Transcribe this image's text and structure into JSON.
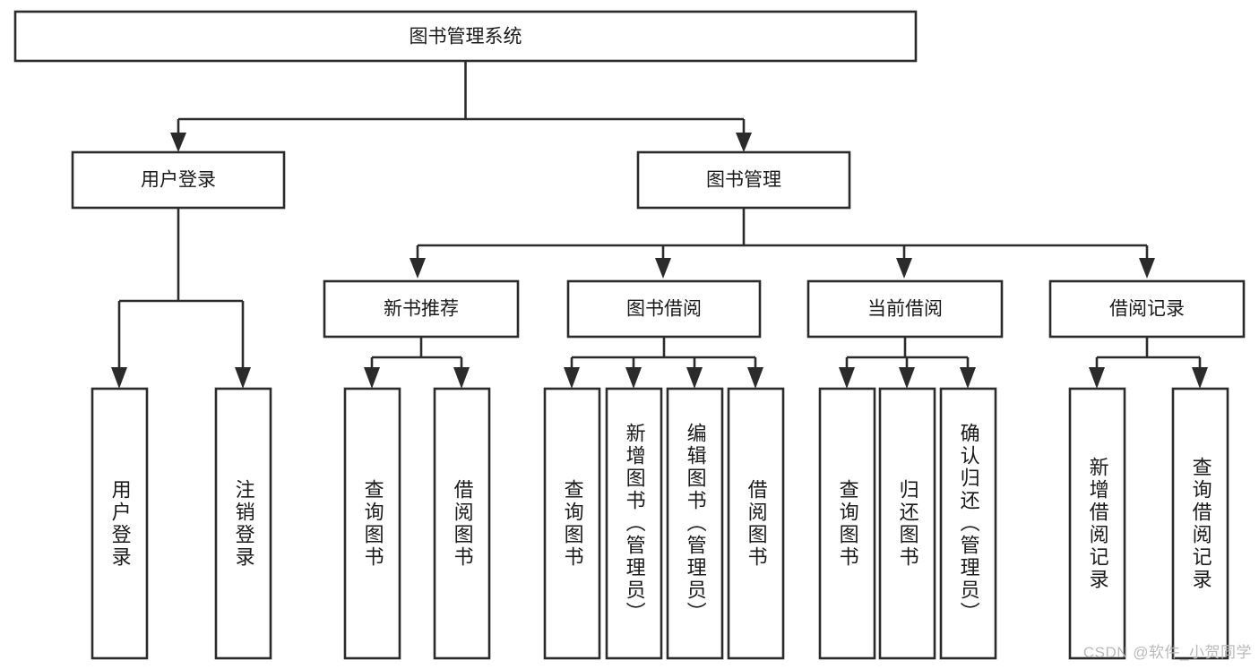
{
  "diagram": {
    "type": "hierarchy-tree",
    "title": "图书管理系统",
    "watermark": "CSDN @软件_小贺同学",
    "colors": {
      "stroke": "#2b2b2b",
      "fill": "#ffffff",
      "text": "#1a1a1a",
      "watermark": "#b9b9b9",
      "background": "#ffffff"
    },
    "root": {
      "label": "图书管理系统",
      "orientation": "horizontal"
    },
    "level2": [
      {
        "label": "用户登录",
        "orientation": "horizontal"
      },
      {
        "label": "图书管理",
        "orientation": "horizontal"
      }
    ],
    "level3": [
      {
        "label": "新书推荐",
        "orientation": "horizontal"
      },
      {
        "label": "图书借阅",
        "orientation": "horizontal"
      },
      {
        "label": "当前借阅",
        "orientation": "horizontal"
      },
      {
        "label": "借阅记录",
        "orientation": "horizontal"
      }
    ],
    "leaves": {
      "user_login": [
        {
          "label": "用户登录",
          "orientation": "vertical"
        },
        {
          "label": "注销登录",
          "orientation": "vertical"
        }
      ],
      "new_book_recommend": [
        {
          "label": "查询图书",
          "orientation": "vertical"
        },
        {
          "label": "借阅图书",
          "orientation": "vertical"
        }
      ],
      "book_borrow": [
        {
          "label": "查询图书",
          "orientation": "vertical"
        },
        {
          "label": "新增图书（管理员）",
          "orientation": "vertical"
        },
        {
          "label": "编辑图书（管理员）",
          "orientation": "vertical"
        },
        {
          "label": "借阅图书",
          "orientation": "vertical"
        }
      ],
      "current_borrow": [
        {
          "label": "查询图书",
          "orientation": "vertical"
        },
        {
          "label": "归还图书",
          "orientation": "vertical"
        },
        {
          "label": "确认归还（管理员）",
          "orientation": "vertical"
        }
      ],
      "borrow_record": [
        {
          "label": "新增借阅记录",
          "orientation": "vertical"
        },
        {
          "label": "查询借阅记录",
          "orientation": "vertical"
        }
      ]
    }
  }
}
